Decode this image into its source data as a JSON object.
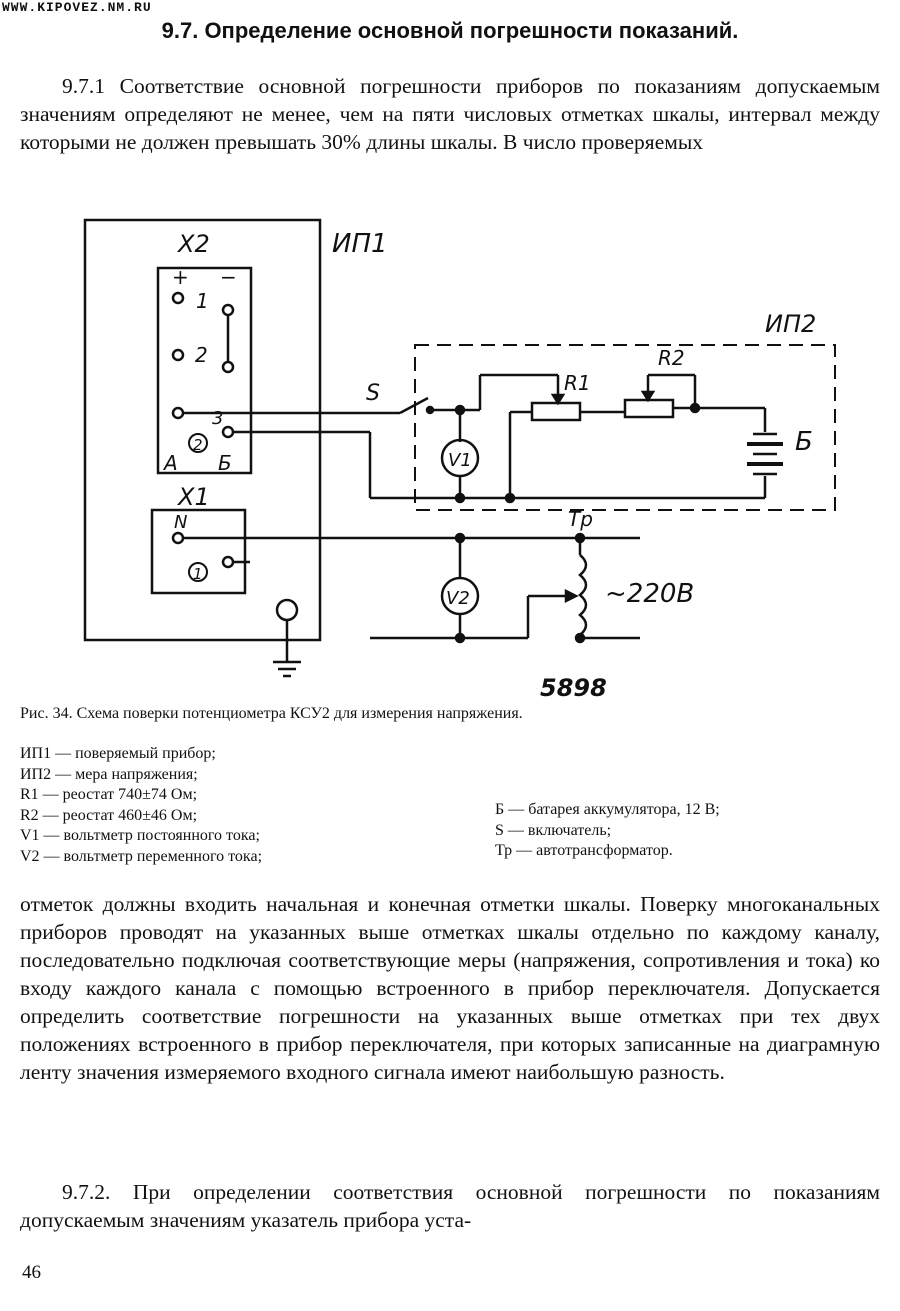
{
  "watermark": "WWW.KIPOVEZ.NM.RU",
  "heading": "9.7. Определение основной погрешности показаний.",
  "para1": "9.7.1 Соответствие основной погрешности приборов по показаниям допускаемым значениям определяют не менее, чем на пяти числовых отметках шкалы, интервал между которыми не должен превышать 30% длины шкалы. В число проверяемых",
  "diagram": {
    "labels": {
      "ip1": "ИП1",
      "ip2": "ИП2",
      "x2": "X2",
      "x1": "X1",
      "plus": "+",
      "minus": "−",
      "pin1": "1",
      "pin2": "2",
      "pin3": "3",
      "a": "А",
      "b": "Б",
      "circ2": "2",
      "n": "N",
      "circ1": "1",
      "s": "S",
      "r1": "R1",
      "r2": "R2",
      "v1": "V1",
      "v2": "V2",
      "battery": "Б",
      "tp": "Тр",
      "ac": "~220В",
      "code": "5898"
    }
  },
  "caption": {
    "title": "Рис. 34. Схема поверки потенциометра КСУ2 для измерения напряжения.",
    "legend_left": [
      "ИП1 — поверяемый прибор;",
      "ИП2 — мера напряжения;",
      "R1 — реостат 740±74 Ом;",
      "R2 — реостат 460±46 Ом;",
      "V1 — вольтметр постоянного тока;",
      "V2 — вольтметр переменного тока;"
    ],
    "legend_right": [
      "Б — батарея аккумулятора, 12 В;",
      "S — включатель;",
      "Тр — автотрансформатор."
    ]
  },
  "para2": "отметок должны входить начальная и конечная отметки шкалы. Поверку многоканальных приборов проводят на указанных выше отметках шкалы отдельно по каждому каналу, последовательно подключая соответствующие меры (напряжения, сопротивления и тока) ко входу каждого канала с помощью встроенного в прибор переключателя. Допускается определить соответствие погрешности на указанных выше отметках при тех двух положениях встроенного в прибор переключателя, при которых записанные на диаграмную ленту значения измеряемого входного сигнала имеют наибольшую разность.",
  "para3": "9.7.2. При определении соответствия основной погрешности по показаниям допускаемым значениям указатель прибора уста-",
  "page_number": "46"
}
